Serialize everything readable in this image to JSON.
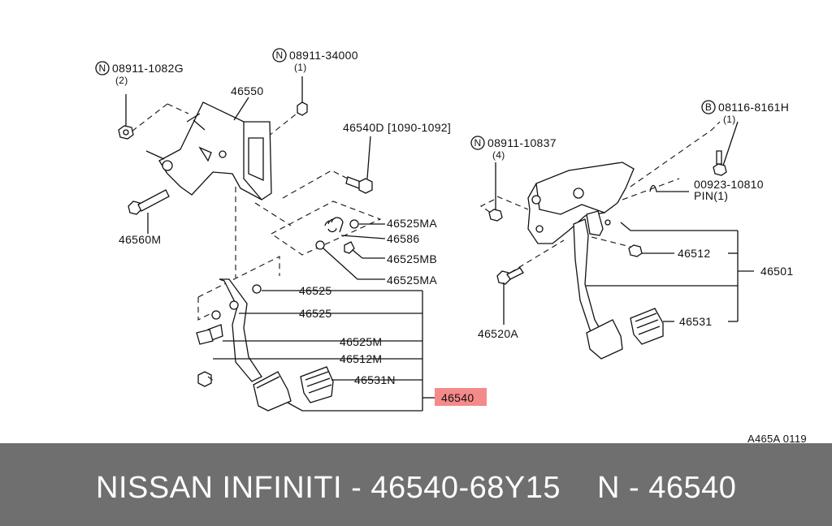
{
  "diagram": {
    "labels": {
      "nut_left_code": "08911-1082G",
      "nut_left_qty": "(2)",
      "nut_top_code": "08911-34000",
      "nut_top_qty": "(1)",
      "bracket": "46550",
      "bolt_range": "46540D [1090-1092]",
      "bolt_left": "46560M",
      "bush_ma_upper": "46525MA",
      "spring": "46586",
      "bush_mb": "46525MB",
      "bush_ma_lower": "46525MA",
      "bush_a": "46525",
      "bush_b": "46525",
      "bush_m": "46525M",
      "pedal_arm_m": "46512M",
      "pad_n": "46531N",
      "assembly_highlight": "46540",
      "right_nut_code": "08911-10837",
      "right_nut_qty": "(4)",
      "right_bolt_code": "08116-8161H",
      "right_bolt_qty": "(1)",
      "pin_code": "00923-10810",
      "pin_text": "PIN(1)",
      "right_arm": "46512",
      "right_assembly": "46501",
      "right_pad": "46531",
      "right_bolt": "46520A",
      "drawing_code": "A465A 0119"
    },
    "circle_letters": {
      "n": "N",
      "b": "B"
    },
    "colors": {
      "highlight": "#f48a8a",
      "footer_bg": "#6f6f6f"
    }
  },
  "footer": {
    "left_text": "NISSAN INFINITI - 46540-68Y15",
    "right_text": "N - 46540"
  }
}
